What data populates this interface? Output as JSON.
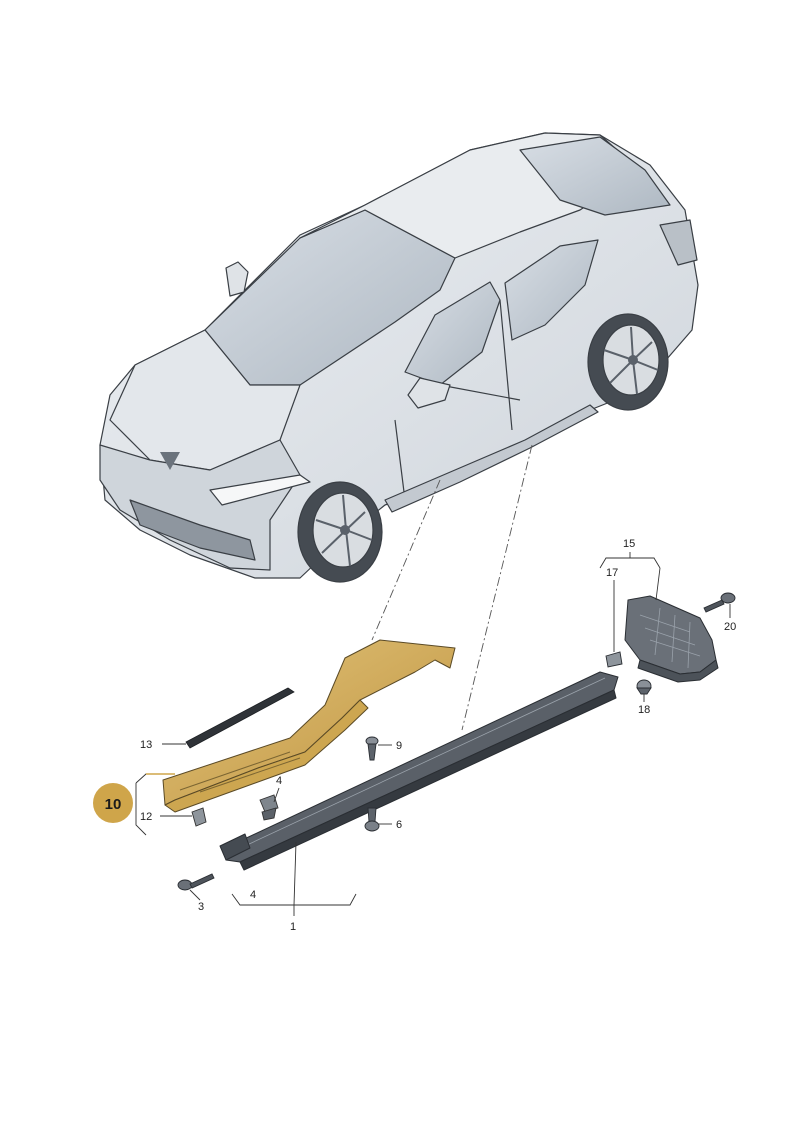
{
  "diagram": {
    "highlight_color": "#cfa54a",
    "callouts": [
      {
        "id": "1",
        "label": "1"
      },
      {
        "id": "3",
        "label": "3"
      },
      {
        "id": "4a",
        "label": "4"
      },
      {
        "id": "4b",
        "label": "4"
      },
      {
        "id": "6",
        "label": "6"
      },
      {
        "id": "9",
        "label": "9"
      },
      {
        "id": "10",
        "label": "10"
      },
      {
        "id": "12",
        "label": "12"
      },
      {
        "id": "13",
        "label": "13"
      },
      {
        "id": "15",
        "label": "15"
      },
      {
        "id": "17",
        "label": "17"
      },
      {
        "id": "18",
        "label": "18"
      },
      {
        "id": "20",
        "label": "20"
      }
    ]
  }
}
